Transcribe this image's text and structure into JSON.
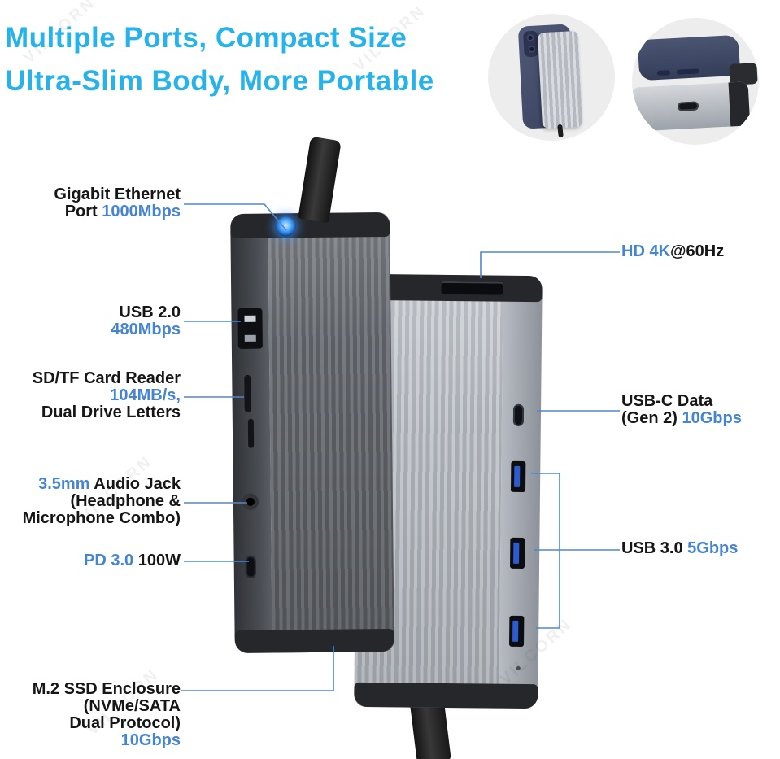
{
  "title": {
    "line1": "Multiple Ports, Compact Size",
    "line2": "Ultra-Slim Body, More Portable"
  },
  "watermark": "VILCORN",
  "colors": {
    "title_cyan": "#27b3e9",
    "accent_blue": "#4484d2",
    "line_blue": "#4d87d1",
    "text_black": "#161616"
  },
  "annotations": {
    "ethernet": {
      "line1": "Gigabit Ethernet",
      "line2_black": "Port ",
      "line2_blue": "1000Mbps"
    },
    "usb2": {
      "line1": "USB 2.0",
      "line2_blue": "480Mbps"
    },
    "card_reader": {
      "line1": "SD/TF Card Reader",
      "line2_blue": "104MB/s,",
      "line3": "Dual Drive Letters"
    },
    "audio": {
      "line1_blue": "3.5mm",
      "line1_black": " Audio Jack",
      "line2": "(Headphone &",
      "line3": "Microphone Combo)"
    },
    "pd": {
      "blue": "PD 3.0",
      "black": " 100W"
    },
    "m2": {
      "line1": "M.2 SSD Enclosure",
      "line2": "(NVMe/SATA",
      "line3": "Dual Protocol)",
      "line4_blue": "10Gbps"
    },
    "hdmi": {
      "blue": "HD 4K",
      "black": "@60Hz"
    },
    "usbc": {
      "line1": "USB-C Data",
      "line2_black": "(Gen 2) ",
      "line2_blue": "10Gbps"
    },
    "usb3": {
      "black": "USB 3.0 ",
      "blue": "5Gbps"
    }
  }
}
